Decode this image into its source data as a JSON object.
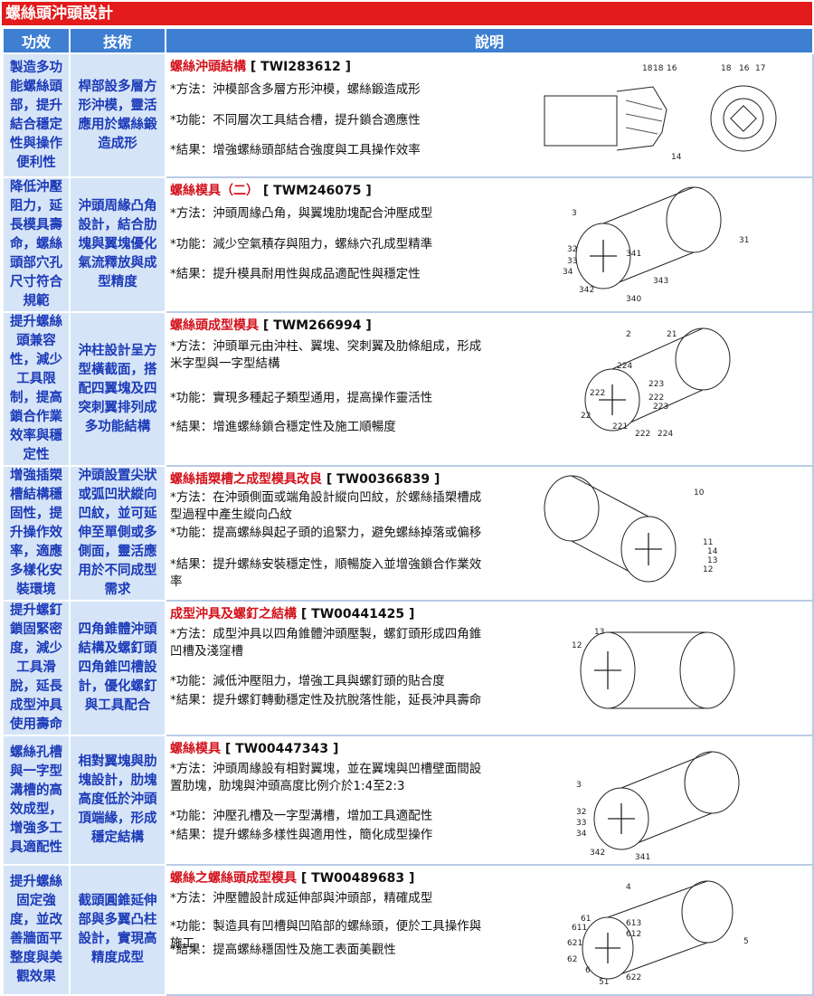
{
  "title": "螺絲頭沖頭設計",
  "headers": {
    "col1": "功效",
    "col2": "技術",
    "col3": "說明"
  },
  "rows": [
    {
      "effect": "製造多功能螺絲頭部，提升結合穩定性與操作便利性",
      "tech": "桿部設多層方形沖模，靈活應用於螺絲鍛造成形",
      "name": "螺絲沖頭結構",
      "number": "[ TWI283612 ]",
      "method": "*方法：沖模部含多層方形沖模，螺絲鍛造成形",
      "function": "*功能：不同層次工具結合槽，提升鎖合適應性",
      "result": "*結果：增強螺絲頭部結合強度與工具操作效率"
    },
    {
      "effect": "降低沖壓阻力，延長模具壽命，螺絲頭部穴孔尺寸符合規範",
      "tech": "沖頭周緣凸角設計，結合肋塊與翼塊優化氣流釋放與成型精度",
      "name": "螺絲模具（二）",
      "number": "[ TWM246075 ]",
      "method": "*方法：沖頭周緣凸角，與翼塊肋塊配合沖壓成型",
      "function": "*功能：減少空氣積存與阻力，螺絲穴孔成型精準",
      "result": "*結果：提升模具耐用性與成品適配性與穩定性"
    },
    {
      "effect": "提升螺絲頭兼容性，減少工具限制，提高鎖合作業效率與穩定性",
      "tech": "沖柱設計呈方型橫截面，搭配四翼塊及四突刺翼排列成多功能結構",
      "name": "螺絲頭成型模具",
      "number": "[ TWM266994 ]",
      "method": "*方法：沖頭單元由沖柱、翼塊、突刺翼及肋條組成，形成米字型與一字型結構",
      "function": "*功能：實現多種起子類型通用，提高操作靈活性",
      "result": "*結果：增進螺絲鎖合穩定性及施工順暢度"
    },
    {
      "effect": "增強插槊槽結構穩固性，提升操作效率，適應多樣化安裝環境",
      "tech": "沖頭設置尖狀或弧凹狀縱向凹紋，並可延伸至單側或多側面，靈活應用於不同成型需求",
      "name": "螺絲插槊槽之成型模具改良",
      "number": "[ TW00366839 ]",
      "method": "*方法：在沖頭側面或端角設計縱向凹紋，於螺絲插槊槽成型過程中產生縱向凸紋",
      "function": "*功能：提高螺絲與起子頭的追緊力，避免螺絲掉落或偏移",
      "result": "*結果：提升螺絲安裝穩定性，順暢旋入並增強鎖合作業效率"
    },
    {
      "effect": "提升螺釘鎖固緊密度，減少工具滑脫，延長成型沖具使用壽命",
      "tech": "四角錐體沖頭結構及螺釘頭四角錐凹槽設計，優化螺釘與工具配合",
      "name": "成型沖具及螺釘之結構",
      "number": "[ TW00441425 ]",
      "method": "*方法：成型沖具以四角錐體沖頭壓製，螺釘頭形成四角錐凹槽及淺窪槽",
      "function": "*功能：減低沖壓阻力，增強工具與螺釘頭的貼合度",
      "result": "*結果：提升螺釘轉動穩定性及抗脫落性能，延長沖具壽命"
    },
    {
      "effect": "螺絲孔槽與一字型溝槽的高效成型，增強多工具適配性",
      "tech": "相對翼塊與肋塊設計，肋塊高度低於沖頭頂端緣，形成穩定結構",
      "name": "螺絲模具",
      "number": "[ TW00447343 ]",
      "method": "*方法：沖頭周緣設有相對翼塊，並在翼塊與凹槽壁面間設置肋塊，肋塊與沖頭高度比例介於1:4至2:3",
      "function": "*功能：沖壓孔槽及一字型溝槽，增加工具適配性",
      "result": "*結果：提升螺絲多樣性與適用性，簡化成型操作"
    },
    {
      "effect": "提升螺絲固定強度，並改善牆面平整度與美觀效果",
      "tech": "截頭圓錐延伸部與多翼凸柱設計，實現高精度成型",
      "name": "螺絲之螺絲頭成型模具",
      "number": "[ TW00489683 ]",
      "method": "*方法：沖壓體設計成延伸部與沖頭部，精確成型",
      "function": "*功能：製造具有凹槽與凹陷部的螺絲頭，便於工具操作與施工",
      "result": "*結果：提高螺絲穩固性及施工表面美觀性"
    }
  ],
  "figures": [
    {
      "labels": [
        "18",
        "18",
        "16",
        "18",
        "16",
        "17",
        "14"
      ]
    },
    {
      "labels": [
        "3",
        "32",
        "33",
        "34",
        "342",
        "341",
        "343",
        "340",
        "31"
      ]
    },
    {
      "labels": [
        "2",
        "21",
        "224",
        "223",
        "222",
        "222",
        "223",
        "22",
        "221",
        "222",
        "224"
      ]
    },
    {
      "labels": [
        "10",
        "11",
        "14",
        "13",
        "12"
      ]
    },
    {
      "labels": [
        "12",
        "13"
      ]
    },
    {
      "labels": [
        "3",
        "32",
        "33",
        "34",
        "342",
        "341"
      ]
    },
    {
      "labels": [
        "4",
        "61",
        "611",
        "613",
        "612",
        "621",
        "62",
        "6",
        "51",
        "622",
        "5"
      ]
    }
  ]
}
